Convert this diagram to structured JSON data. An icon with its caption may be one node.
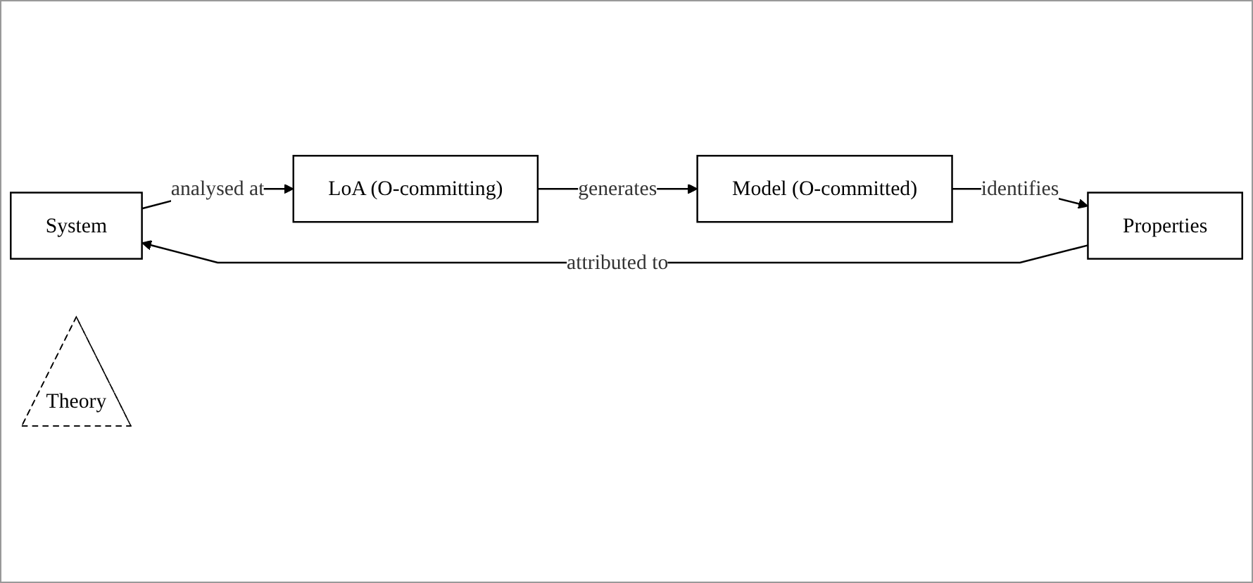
{
  "diagram": {
    "nodes": [
      {
        "text": [
          "System"
        ]
      },
      {
        "text": [
          "LoA (O-committing)"
        ]
      },
      {
        "text": [
          "Model (O-committed)"
        ]
      },
      {
        "text": [
          "Properties"
        ]
      },
      {
        "text": [
          "Theory"
        ]
      }
    ],
    "edges": [
      {
        "from": 0,
        "to": 1,
        "arrow": "to",
        "label": "analysed at"
      },
      {
        "from": 1,
        "to": 2,
        "arrow": "to",
        "label": "generates"
      },
      {
        "from": 2,
        "to": 3,
        "arrow": "to",
        "label": "identifies"
      },
      {
        "from": 3,
        "to": 0,
        "arrow": "to",
        "label": "attributed to"
      }
    ]
  }
}
